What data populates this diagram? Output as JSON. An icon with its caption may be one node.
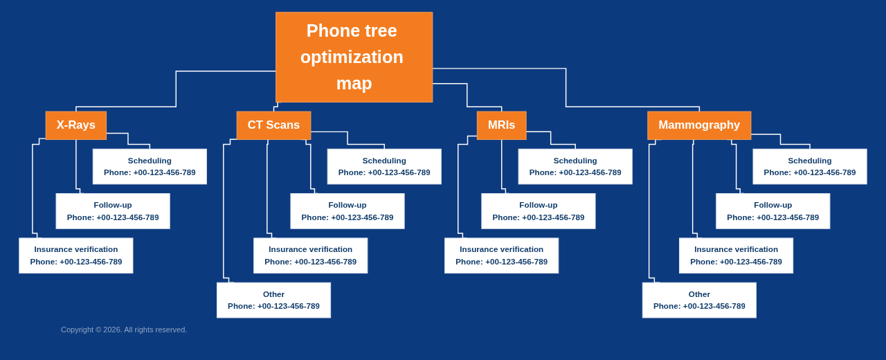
{
  "diagram": {
    "nodes": [
      {
        "text": [
          "Phone tree optimization map"
        ]
      },
      {
        "text": [
          "X-Rays"
        ]
      },
      {
        "text": [
          "Scheduling",
          "Phone: +00-123-456-789"
        ]
      },
      {
        "text": [
          "Follow-up",
          "Phone: +00-123-456-789"
        ]
      },
      {
        "text": [
          "Insurance verification",
          "Phone: +00-123-456-789"
        ]
      },
      {
        "text": [
          "CT Scans"
        ]
      },
      {
        "text": [
          "Scheduling",
          "Phone: +00-123-456-789"
        ]
      },
      {
        "text": [
          "Follow-up",
          "Phone: +00-123-456-789"
        ]
      },
      {
        "text": [
          "Insurance verification",
          "Phone: +00-123-456-789"
        ]
      },
      {
        "text": [
          "Other",
          "Phone: +00-123-456-789"
        ]
      },
      {
        "text": [
          "Mammography"
        ]
      },
      {
        "text": [
          "Scheduling",
          "Phone: +00-123-456-789"
        ]
      },
      {
        "text": [
          "Follow-up",
          "Phone: +00-123-456-789"
        ]
      },
      {
        "text": [
          "Insurance verification",
          "Phone: +00-123-456-789"
        ]
      },
      {
        "text": [
          "Other",
          "Phone: +00-123-456-789"
        ]
      },
      {
        "text": [
          "MRIs"
        ]
      },
      {
        "text": [
          "Scheduling",
          "Phone: +00-123-456-789"
        ]
      },
      {
        "text": [
          "Follow-up",
          "Phone: +00-123-456-789"
        ]
      },
      {
        "text": [
          "Insurance verification",
          "Phone: +00-123-456-789"
        ]
      }
    ],
    "edges": [
      {
        "from": 0,
        "to": 1,
        "arrow": "none"
      },
      {
        "from": 0,
        "to": 5,
        "arrow": "none"
      },
      {
        "from": 0,
        "to": 10,
        "arrow": "none"
      },
      {
        "from": 0,
        "to": 15,
        "arrow": "none"
      },
      {
        "from": 1,
        "to": 2,
        "arrow": "none"
      },
      {
        "from": 1,
        "to": 3,
        "arrow": "none"
      },
      {
        "from": 1,
        "to": 4,
        "arrow": "none"
      },
      {
        "from": 5,
        "to": 6,
        "arrow": "none"
      },
      {
        "from": 5,
        "to": 7,
        "arrow": "none"
      },
      {
        "from": 5,
        "to": 8,
        "arrow": "none"
      },
      {
        "from": 5,
        "to": 9,
        "arrow": "none"
      },
      {
        "from": 10,
        "to": 11,
        "arrow": "none"
      },
      {
        "from": 10,
        "to": 12,
        "arrow": "none"
      },
      {
        "from": 10,
        "to": 13,
        "arrow": "none"
      },
      {
        "from": 10,
        "to": 14,
        "arrow": "none"
      },
      {
        "from": 15,
        "to": 16,
        "arrow": "none"
      },
      {
        "from": 15,
        "to": 17,
        "arrow": "none"
      },
      {
        "from": 15,
        "to": 18,
        "arrow": "none"
      }
    ],
    "labels": [
      "Copyright © 2026. All rights reserved."
    ]
  }
}
